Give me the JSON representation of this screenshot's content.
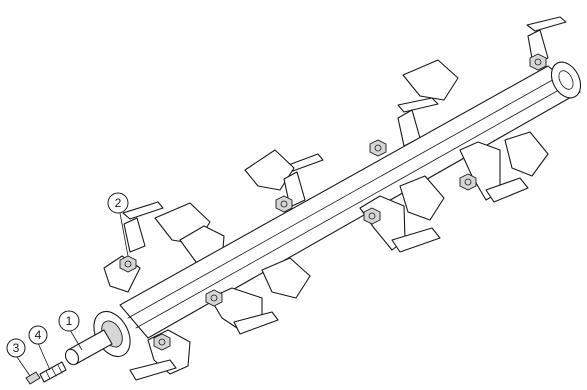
{
  "callouts": [
    {
      "id": "callout-1",
      "label": "1"
    },
    {
      "id": "callout-2",
      "label": "2"
    },
    {
      "id": "callout-3",
      "label": "3"
    },
    {
      "id": "callout-4",
      "label": "4"
    }
  ],
  "colors": {
    "ink": "#1a1a1a",
    "paper": "#ffffff",
    "shade": "#d6d6d6"
  }
}
